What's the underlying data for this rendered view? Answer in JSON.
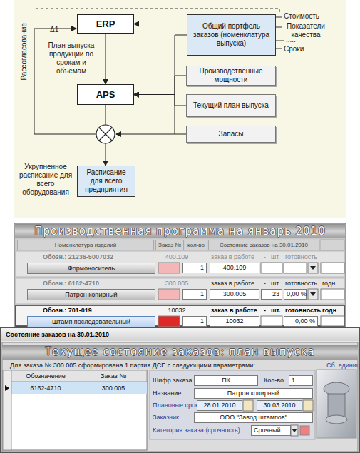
{
  "diagram": {
    "nodes": [
      {
        "text": [
          "ERP"
        ]
      },
      {
        "text": [
          "Общий портфель заказов (номенклатура выпуска)"
        ]
      },
      {
        "text": [
          "APS"
        ]
      },
      {
        "text": [
          "Производственные мощности"
        ]
      },
      {
        "text": [
          "Текущий план выпуска"
        ]
      },
      {
        "text": [
          "Запасы"
        ]
      },
      {
        "text": [
          "Расписание для всего предприятия"
        ]
      }
    ],
    "edges": [
      {
        "from": 1,
        "to": 0,
        "arrow": "to"
      },
      {
        "from": 0,
        "to": 2,
        "arrow": "to"
      },
      {
        "from": 1,
        "to": 2,
        "arrow": "to"
      },
      {
        "from": 3,
        "to": 2,
        "arrow": "to"
      },
      {
        "from": 4,
        "to": 2,
        "arrow": "to"
      },
      {
        "from": 5,
        "to": 2,
        "arrow": "to"
      },
      {
        "from": 2,
        "to": 6,
        "arrow": "to"
      }
    ],
    "labels": [
      "Рассогласование",
      "Δ1",
      "План выпуска продукции по срокам и объемам",
      "Стоимость",
      "Показатели качества",
      ".....",
      "Сроки",
      "Укрупненное расписание для всего оборудования",
      "Производственная программа на январь 2010",
      "Номенклатура изделий",
      "Заказ №",
      "кол-во",
      "Состояние заказов на 30.01.2010",
      "Обозн.: 21236-5007032",
      "400.109",
      "Формоноситель",
      "1",
      "заказ в работе",
      "-",
      "шт.",
      "готовность",
      "400.109",
      "Обозн.: 6162-4710",
      "300.005",
      "Патрон копирный",
      "1",
      "заказ в работе",
      "-",
      "шт.",
      "готовность",
      "годн",
      "300.005",
      "23",
      "0,00 %",
      "Обозн.: 701-019",
      "10032",
      "заказ в работе",
      "-",
      "шт.",
      "готовность",
      "годн",
      "Штамп последовательный",
      "1",
      "10032",
      "0,00 %",
      "Состояние заказов на 30.01.2010",
      "Текущее состояние заказов: план выпуска",
      "Для заказа № 300.005 сформирована 1 партия ДСЕ с следующими параметрами:",
      "Сб. единиц",
      "Обозначение",
      "Заказ №",
      "6162-4710",
      "300.005",
      "Шифр заказа",
      "ПК",
      "Кол-во",
      "1",
      "Название",
      "Патрон копирный",
      "Плановые сроки:",
      "28.01.2010",
      "30.03.2010",
      "Заказчик",
      "ООО \"Завод штампов\"",
      "Категория заказа (срочность)",
      "Срочный"
    ]
  }
}
